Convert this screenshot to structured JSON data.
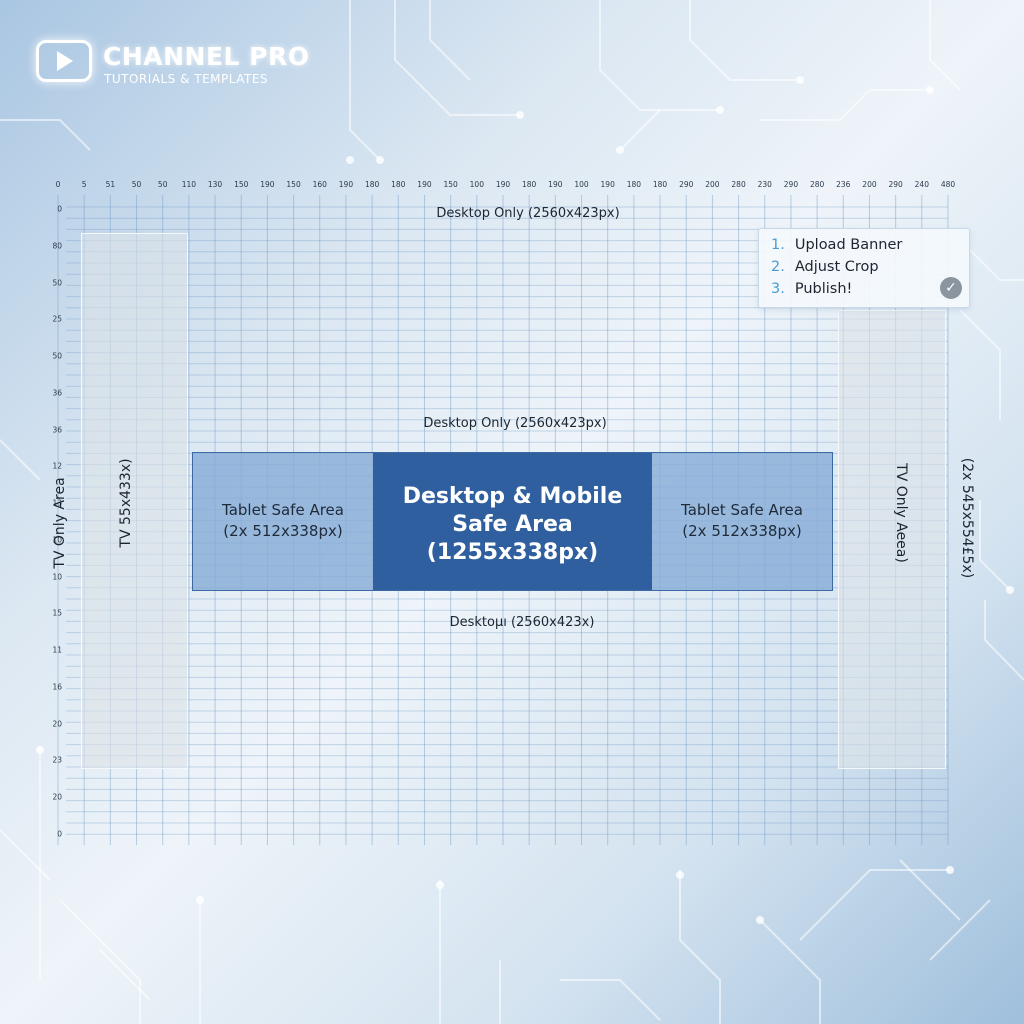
{
  "brand": {
    "title": "CHANNEL PRO",
    "subtitle": "TUTORIALS & TEMPLATES",
    "icon": "play-icon"
  },
  "ruler": {
    "x_ticks": [
      "0",
      "5",
      "51",
      "50",
      "50",
      "110",
      "130",
      "150",
      "190",
      "150",
      "160",
      "190",
      "180",
      "180",
      "190",
      "150",
      "100",
      "190",
      "180",
      "190",
      "100",
      "190",
      "180",
      "180",
      "290",
      "200",
      "280",
      "230",
      "290",
      "280",
      "236",
      "200",
      "290",
      "240",
      "480"
    ],
    "y_ticks": [
      "0",
      "80",
      "50",
      "25",
      "50",
      "36",
      "36",
      "12",
      "13",
      "10",
      "10",
      "15",
      "11",
      "16",
      "20",
      "23",
      "20",
      "0"
    ]
  },
  "labels": {
    "desktop_top": "Desktop Only (2560x423px)",
    "desktop_mid": "Desktop Only (2560x423px)",
    "desktop_bottom": "Desktoµı (2560x423x)",
    "tv_left_outer": "TV Only Area",
    "tv_left_inner": "TV 55x433x)",
    "tv_right_inner": "TV Only Aeea)",
    "tv_right_outer": "(2x 545x554£5x)"
  },
  "regions": {
    "tablet_left": [
      "Tablet Safe Area",
      "(2x 512x338px)"
    ],
    "tablet_right": [
      "Tablet Safe Area",
      "(2x 512x338px)"
    ],
    "center": [
      "Desktop & Mobile",
      "Safe Area",
      "(1255x338px)"
    ]
  },
  "steps": [
    {
      "num": "1.",
      "label": "Upload Banner"
    },
    {
      "num": "2.",
      "label": "Adjust Crop"
    },
    {
      "num": "3.",
      "label": "Publish!"
    }
  ],
  "colors": {
    "center_fill": "#2f5f9e",
    "tablet_fill": "#87acd7",
    "step_number": "#4a9ad4"
  }
}
